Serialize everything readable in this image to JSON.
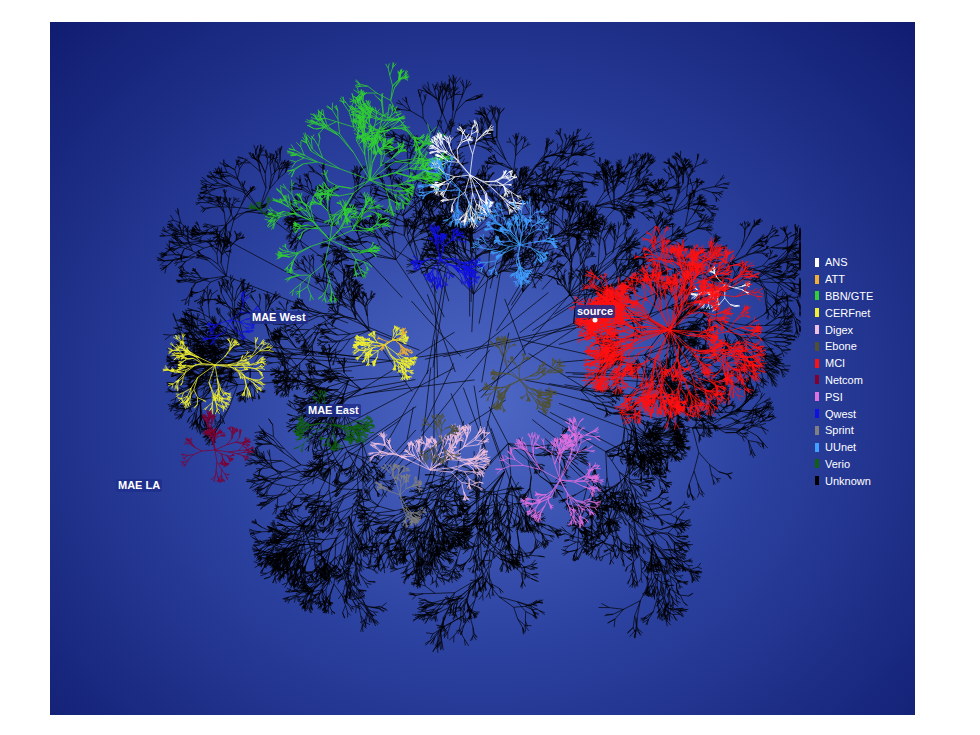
{
  "diagram": {
    "labels": [
      "MAE West",
      "source",
      "MAE East",
      "MAE LA"
    ],
    "legend": [
      {
        "text": "ANS",
        "color": "#ffffff"
      },
      {
        "text": "ATT",
        "color": "#f0b030"
      },
      {
        "text": "BBN/GTE",
        "color": "#30d030"
      },
      {
        "text": "CERFnet",
        "color": "#f0f030"
      },
      {
        "text": "Digex",
        "color": "#f0c0e0"
      },
      {
        "text": "Ebone",
        "color": "#505030"
      },
      {
        "text": "MCI",
        "color": "#ff1010"
      },
      {
        "text": "Netcom",
        "color": "#800030"
      },
      {
        "text": "PSI",
        "color": "#e070e0"
      },
      {
        "text": "Qwest",
        "color": "#1010e0"
      },
      {
        "text": "Sprint",
        "color": "#808080"
      },
      {
        "text": "UUnet",
        "color": "#40a0ff"
      },
      {
        "text": "Verio",
        "color": "#106010"
      },
      {
        "text": "Unknown",
        "color": "#000000"
      }
    ]
  }
}
